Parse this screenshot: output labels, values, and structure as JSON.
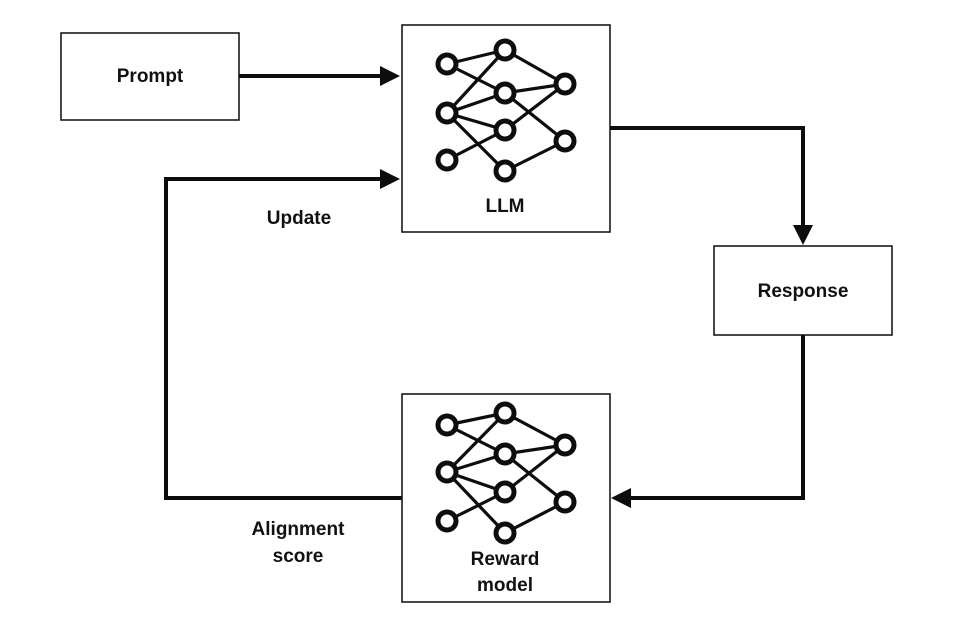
{
  "diagram": {
    "nodes": {
      "prompt": {
        "label": "Prompt"
      },
      "llm": {
        "label": "LLM",
        "icon": "neural-network-icon"
      },
      "response": {
        "label": "Response"
      },
      "reward_model": {
        "label_line1": "Reward",
        "label_line2": "model",
        "icon": "neural-network-icon"
      }
    },
    "edges": {
      "prompt_to_llm": {
        "label": ""
      },
      "llm_to_response": {
        "label": ""
      },
      "response_to_reward": {
        "label": ""
      },
      "reward_to_llm": {
        "label_update": "Update",
        "label_score_line1": "Alignment",
        "label_score_line2": "score"
      }
    },
    "colors": {
      "stroke": "#0d0d0d",
      "background": "#ffffff"
    }
  }
}
